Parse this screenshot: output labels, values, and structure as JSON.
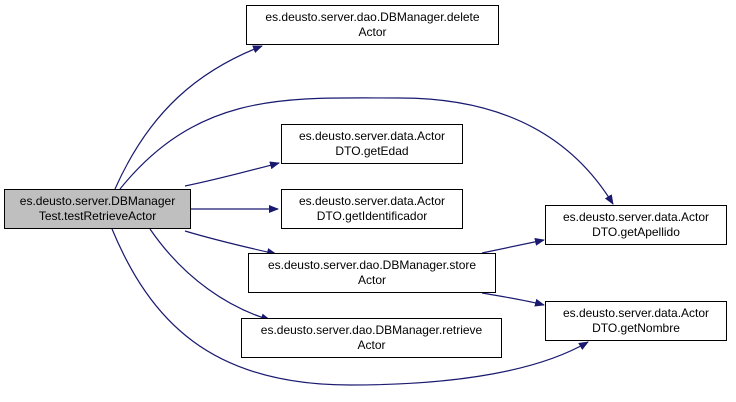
{
  "graph": {
    "focus": {
      "id": "n_test",
      "lines": [
        "es.deusto.server.DBManager",
        "Test.testRetrieveActor"
      ]
    },
    "nodes": [
      {
        "id": "n_delete",
        "lines": [
          "es.deusto.server.dao.DBManager.delete",
          "Actor"
        ]
      },
      {
        "id": "n_getedad",
        "lines": [
          "es.deusto.server.data.Actor",
          "DTO.getEdad"
        ]
      },
      {
        "id": "n_getid",
        "lines": [
          "es.deusto.server.data.Actor",
          "DTO.getIdentificador"
        ]
      },
      {
        "id": "n_store",
        "lines": [
          "es.deusto.server.dao.DBManager.store",
          "Actor"
        ]
      },
      {
        "id": "n_retrieve",
        "lines": [
          "es.deusto.server.dao.DBManager.retrieve",
          "Actor"
        ]
      },
      {
        "id": "n_getapellido",
        "lines": [
          "es.deusto.server.data.Actor",
          "DTO.getApellido"
        ]
      },
      {
        "id": "n_getnombre",
        "lines": [
          "es.deusto.server.data.Actor",
          "DTO.getNombre"
        ]
      }
    ],
    "edges": [
      {
        "from": "n_test",
        "to": "n_delete"
      },
      {
        "from": "n_test",
        "to": "n_getapellido"
      },
      {
        "from": "n_test",
        "to": "n_getedad"
      },
      {
        "from": "n_test",
        "to": "n_getid"
      },
      {
        "from": "n_test",
        "to": "n_store"
      },
      {
        "from": "n_test",
        "to": "n_retrieve"
      },
      {
        "from": "n_test",
        "to": "n_getnombre"
      },
      {
        "from": "n_store",
        "to": "n_getapellido"
      },
      {
        "from": "n_store",
        "to": "n_getnombre"
      }
    ],
    "colors": {
      "edge": "#191970",
      "focus_fill": "#bfbfbf",
      "node_fill": "#ffffff",
      "border": "#000000"
    }
  }
}
